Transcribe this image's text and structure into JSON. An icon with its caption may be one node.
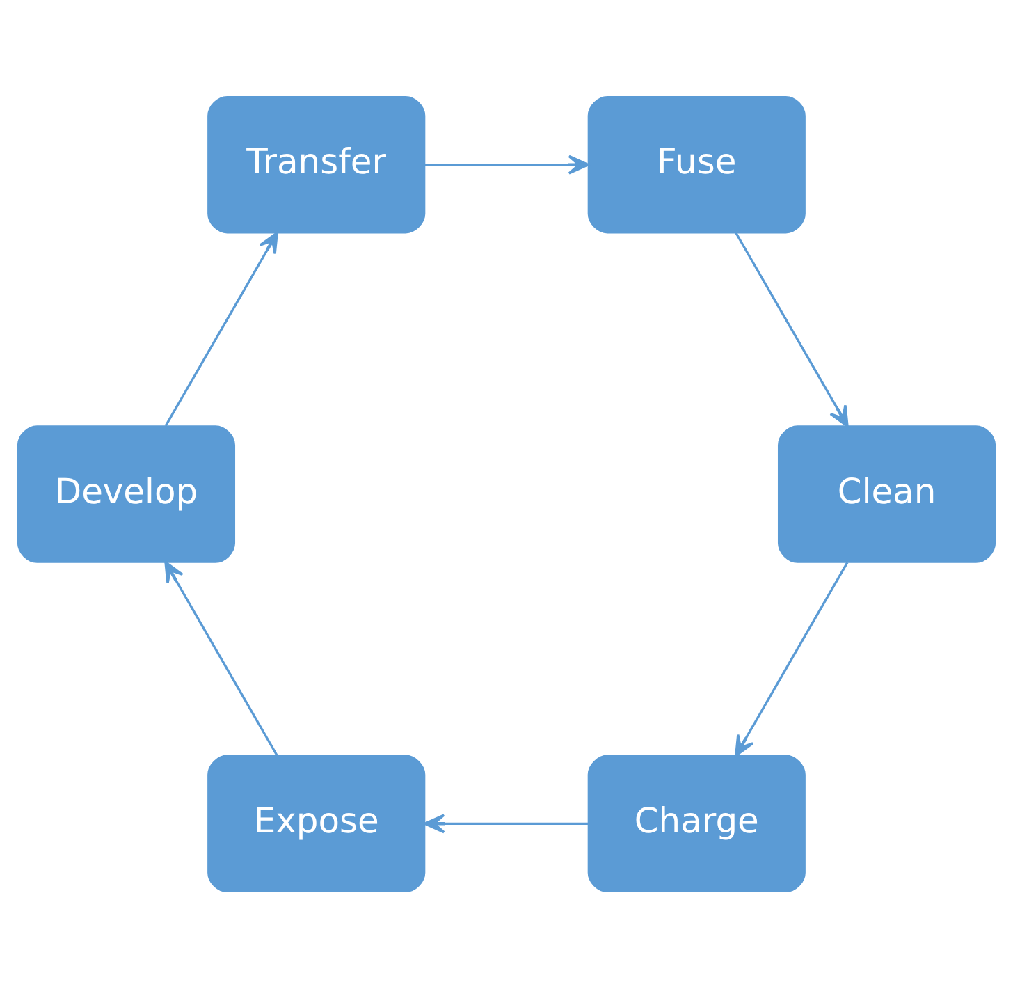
{
  "diagram": {
    "nodes": [
      {
        "text": [
          "Charge"
        ]
      },
      {
        "text": [
          "Expose"
        ]
      },
      {
        "text": [
          "Develop"
        ]
      },
      {
        "text": [
          "Transfer"
        ]
      },
      {
        "text": [
          "Fuse"
        ]
      },
      {
        "text": [
          "Clean"
        ]
      }
    ],
    "edges": [
      {
        "from": 0,
        "to": 1,
        "arrow": "to"
      },
      {
        "from": 1,
        "to": 2,
        "arrow": "to"
      },
      {
        "from": 2,
        "to": 3,
        "arrow": "to"
      },
      {
        "from": 3,
        "to": 4,
        "arrow": "to"
      },
      {
        "from": 4,
        "to": 5,
        "arrow": "to"
      },
      {
        "from": 5,
        "to": 0,
        "arrow": "to"
      }
    ]
  }
}
